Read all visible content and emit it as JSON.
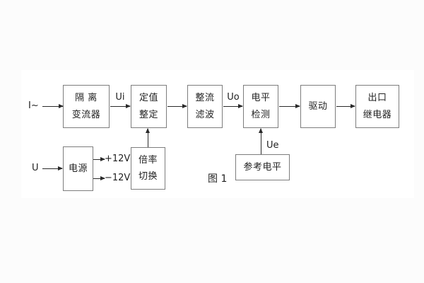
{
  "diagram": {
    "caption": "图 1",
    "palette": {
      "ink": "#222222",
      "box_border": "#7d7d7d",
      "canvas": "#ffffff",
      "page_background": "#fcfcfc"
    },
    "blocks": [
      {
        "name": "isolation-converter",
        "lines": [
          "隔 离",
          "变流器"
        ]
      },
      {
        "name": "setpoint-setting",
        "lines": [
          "定值",
          "整定"
        ]
      },
      {
        "name": "rectify-filter",
        "lines": [
          "整流",
          "滤波"
        ]
      },
      {
        "name": "level-detect",
        "lines": [
          "电平",
          "检测"
        ]
      },
      {
        "name": "drive",
        "lines": [
          "驱动"
        ]
      },
      {
        "name": "output-relay",
        "lines": [
          "出口",
          "继电器"
        ]
      },
      {
        "name": "power-supply",
        "lines": [
          "电源"
        ]
      },
      {
        "name": "ratio-switch",
        "lines": [
          "倍率",
          "切换"
        ]
      },
      {
        "name": "reference-level",
        "lines": [
          "参考电平"
        ]
      }
    ],
    "labels": {
      "input_current": "I~",
      "signal_ui": "Ui",
      "signal_uo": "Uo",
      "signal_ue": "Ue",
      "input_voltage": "U",
      "rail_pos": "+12V",
      "rail_neg": "−12V"
    }
  }
}
